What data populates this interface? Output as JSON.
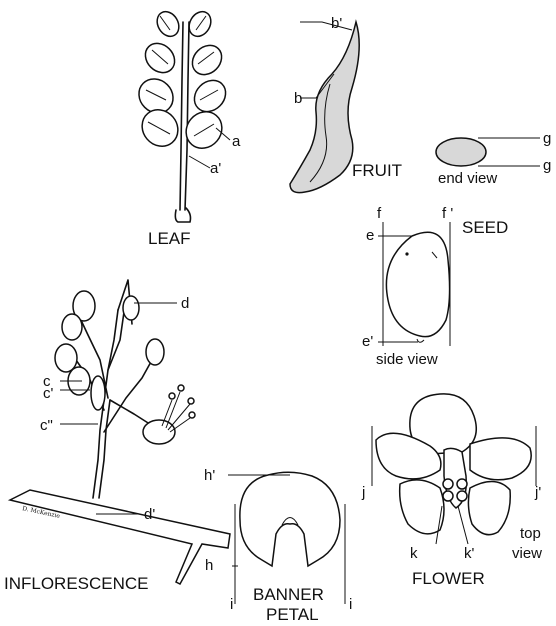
{
  "captions": {
    "leaf": "LEAF",
    "fruit": "FRUIT",
    "seed": "SEED",
    "end_view": "end view",
    "side_view": "side view",
    "inflorescence": "INFLORESCENCE",
    "banner_line1": "BANNER",
    "banner_line2": "PETAL",
    "flower": "FLOWER",
    "top_view_line1": "top",
    "top_view_line2": "view"
  },
  "letters": {
    "a": "a",
    "a_prime": "a'",
    "b": "b",
    "b_prime": "b'",
    "g_top": "g",
    "g_bottom": "g",
    "f": "f",
    "f_prime": "f '",
    "e": "e",
    "e_prime": "e'",
    "d": "d",
    "d_prime": "d'",
    "c": "c",
    "c_prime": "c'",
    "c_double": "c\"",
    "h": "h",
    "h_prime": "h'",
    "i_left": "i",
    "i_right": "i",
    "j": "j",
    "j_prime": "j'",
    "k": "k",
    "k_prime": "k'"
  },
  "signature": "D. McKenzie"
}
